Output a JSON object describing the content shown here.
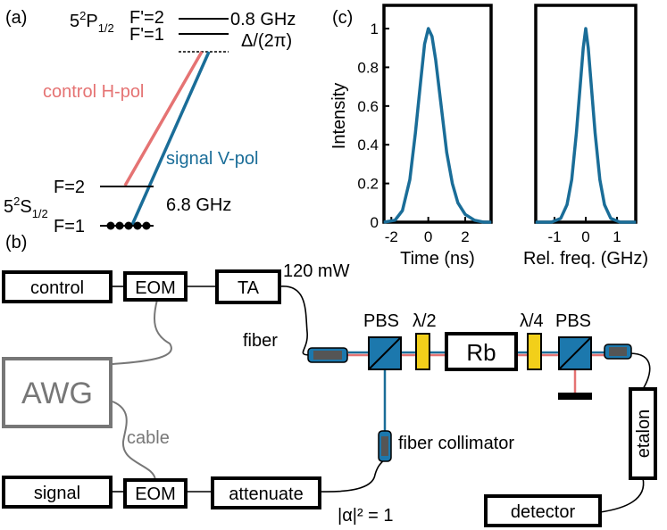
{
  "panel_labels": {
    "a": "(a)",
    "b": "(b)",
    "c": "(c)"
  },
  "level_diagram": {
    "excited_state": {
      "main": "5",
      "sup": "2",
      "letter": "P",
      "sub": "1/2"
    },
    "excited_levels": [
      "F'=2",
      "F'=1"
    ],
    "excited_splitting": "0.8 GHz",
    "detuning": "Δ/(2π)",
    "control_label": "control H-pol",
    "signal_label": "signal V-pol",
    "ground_state": {
      "main": "5",
      "sup": "2",
      "letter": "S",
      "sub": "1/2"
    },
    "ground_levels": [
      "F=2",
      "F=1"
    ],
    "ground_splitting": "6.8 GHz"
  },
  "setup": {
    "control_box": "control",
    "eom_top": "EOM",
    "ta_box": "TA",
    "power": "120 mW",
    "fiber_label": "fiber",
    "awg_box": "AWG",
    "cable_label": "cable",
    "signal_box": "signal",
    "eom_bottom": "EOM",
    "attenuate_box": "attenuate",
    "alpha_label": "|α|² = 1",
    "fiber_collimator_label": "fiber collimator",
    "pbs_left": "PBS",
    "half_wave": "λ/2",
    "rb_cell": "Rb",
    "quarter_wave": "λ/4",
    "pbs_right": "PBS",
    "etalon": "etalon",
    "detector": "detector"
  },
  "colors": {
    "control": "#e57373",
    "signal": "#1a6d98",
    "component": "#1c78ad",
    "waveplate": "#f2cf1a",
    "awg": "#777777"
  },
  "chart_data": [
    {
      "type": "line",
      "title": "",
      "xlabel": "Time  (ns)",
      "ylabel": "Intensity",
      "xlim": [
        -2.4,
        3.4
      ],
      "ylim": [
        0,
        1.12
      ],
      "xticks": [
        "-2",
        "0",
        "2"
      ],
      "xtick_values": [
        -2,
        0,
        2
      ],
      "yticks": [
        "0",
        "0.2",
        "0.4",
        "0.6",
        "0.8",
        "1"
      ],
      "ytick_values": [
        0,
        0.2,
        0.4,
        0.6,
        0.8,
        1
      ],
      "x": [
        -2.4,
        -1.8,
        -1.4,
        -1.0,
        -0.7,
        -0.4,
        -0.2,
        0,
        0.2,
        0.4,
        0.7,
        1.0,
        1.3,
        1.6,
        2.0,
        2.5,
        3.0,
        3.4
      ],
      "y": [
        0,
        0.01,
        0.06,
        0.22,
        0.46,
        0.74,
        0.92,
        1.0,
        0.96,
        0.84,
        0.6,
        0.36,
        0.2,
        0.1,
        0.04,
        0.01,
        0.0,
        0.0
      ]
    },
    {
      "type": "line",
      "title": "",
      "xlabel": "Rel. freq. (GHz)",
      "ylabel": "",
      "xlim": [
        -1.6,
        1.6
      ],
      "ylim": [
        0,
        1.12
      ],
      "xticks": [
        "-1",
        "0",
        "1"
      ],
      "xtick_values": [
        -1,
        0,
        1
      ],
      "yticks": [],
      "ytick_values": [],
      "x": [
        -1.6,
        -1.1,
        -0.8,
        -0.6,
        -0.45,
        -0.3,
        -0.18,
        -0.08,
        0,
        0.08,
        0.18,
        0.3,
        0.45,
        0.6,
        0.8,
        1.1,
        1.6
      ],
      "y": [
        0,
        0.0,
        0.02,
        0.09,
        0.22,
        0.46,
        0.7,
        0.9,
        1.0,
        0.9,
        0.7,
        0.46,
        0.22,
        0.09,
        0.02,
        0.0,
        0
      ]
    }
  ]
}
